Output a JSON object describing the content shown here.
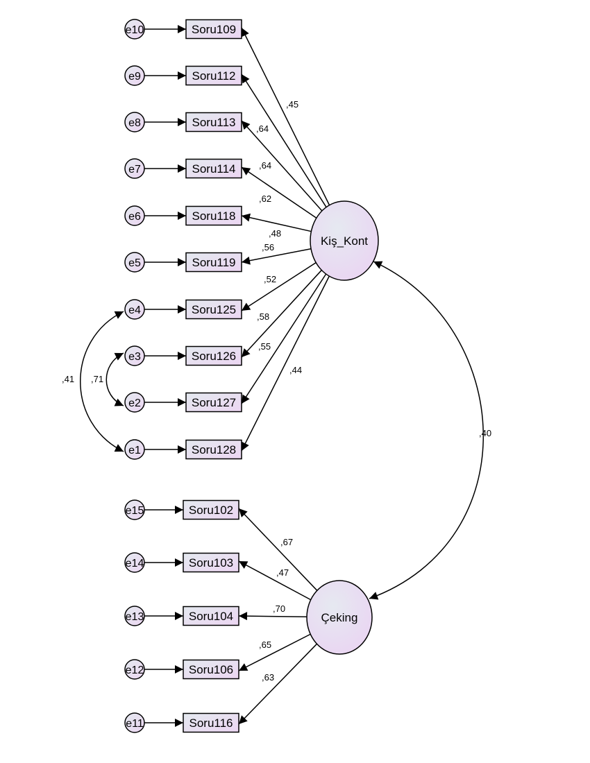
{
  "diagram": {
    "latents": [
      {
        "id": "kis",
        "label": "Kiş_Kont"
      },
      {
        "id": "cek",
        "label": "Çeking"
      }
    ],
    "indicators": [
      {
        "label": "Soru109",
        "error": "e10",
        "loading": ",45",
        "factor": "kis"
      },
      {
        "label": "Soru112",
        "error": "e9",
        "loading": ",64",
        "factor": "kis"
      },
      {
        "label": "Soru113",
        "error": "e8",
        "loading": ",64",
        "factor": "kis"
      },
      {
        "label": "Soru114",
        "error": "e7",
        "loading": ",62",
        "factor": "kis"
      },
      {
        "label": "Soru118",
        "error": "e6",
        "loading": ",48",
        "factor": "kis"
      },
      {
        "label": "Soru119",
        "error": "e5",
        "loading": ",56",
        "factor": "kis"
      },
      {
        "label": "Soru125",
        "error": "e4",
        "loading": ",52",
        "factor": "kis"
      },
      {
        "label": "Soru126",
        "error": "e3",
        "loading": ",58",
        "factor": "kis"
      },
      {
        "label": "Soru127",
        "error": "e2",
        "loading": ",55",
        "factor": "kis"
      },
      {
        "label": "Soru128",
        "error": "e1",
        "loading": ",44",
        "factor": "kis"
      },
      {
        "label": "Soru102",
        "error": "e15",
        "loading": ",67",
        "factor": "cek"
      },
      {
        "label": "Soru103",
        "error": "e14",
        "loading": ",47",
        "factor": "cek"
      },
      {
        "label": "Soru104",
        "error": "e13",
        "loading": ",70",
        "factor": "cek"
      },
      {
        "label": "Soru106",
        "error": "e12",
        "loading": ",65",
        "factor": "cek"
      },
      {
        "label": "Soru116",
        "error": "e11",
        "loading": ",63",
        "factor": "cek"
      }
    ],
    "factor_covariance": {
      "value": ",40"
    },
    "error_covariances": [
      {
        "from": "e4",
        "to": "e1",
        "value": ",41"
      },
      {
        "from": "e3",
        "to": "e2",
        "value": ",71"
      }
    ],
    "colors": {
      "node_fill_start": "#e4e9ef",
      "node_fill_end": "#ecd6f2",
      "stroke": "#000000"
    }
  }
}
